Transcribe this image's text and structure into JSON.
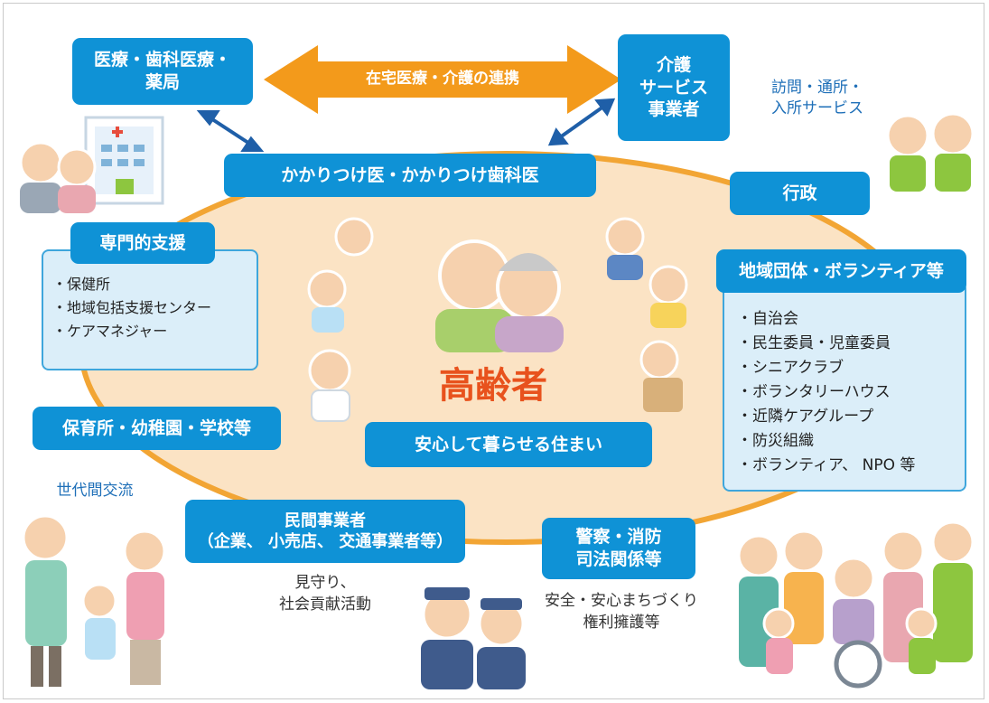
{
  "diagram": {
    "center": {
      "label": "高齢者"
    },
    "link": {
      "label": "在宅医療・介護の連携"
    },
    "boxes": {
      "medical": "医療・歯科医療・\n薬局",
      "care": "介護\nサービス\n事業者",
      "family_doctor": "かかりつけ医・かかりつけ歯科医",
      "specialist": "専門的支援",
      "government": "行政",
      "community": "地域団体・ボランティア等",
      "schools": "保育所・幼稚園・学校等",
      "housing": "安心して暮らせる住まい",
      "private": "民間事業者\n（企業、 小売店、 交通事業者等）",
      "police": "警察・消防\n司法関係等"
    },
    "notes": {
      "care_services": "訪問・通所・\n入所サービス",
      "generations": "世代間交流",
      "watch": "見守り、\n社会貢献活動",
      "safety": "安全・安心まちづくり\n権利擁護等"
    },
    "specialist_items": [
      "・保健所",
      "・地域包括支援センター",
      "・ケアマネジャー"
    ],
    "community_items": [
      "・自治会",
      "・民生委員・児童委員",
      "・シニアクラブ",
      "・ボランタリーハウス",
      "・近隣ケアグループ",
      "・防災組織",
      "・ボランティア、 NPO 等"
    ]
  },
  "colors": {
    "box_blue": "#0f92d6",
    "note_blue": "#1e6fb8",
    "oval_fill": "#fbe3c4",
    "oval_stroke": "#f2a534",
    "link_arrow": "#f39a1b",
    "connector": "#1f5fa8",
    "center_text": "#e8521d",
    "panel_fill": "#dbeef9"
  }
}
